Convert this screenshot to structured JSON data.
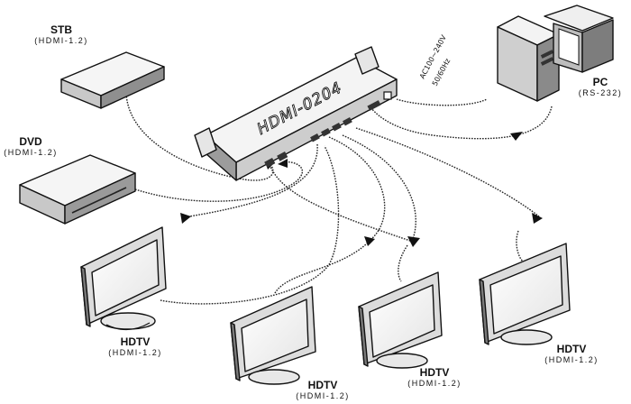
{
  "switcher": {
    "model": "HDMI-0204"
  },
  "power": {
    "voltage_label": "AC100~240V",
    "frequency_label": "50/60Hz"
  },
  "sources": {
    "stb": {
      "name": "STB",
      "spec": "(HDMI-1.2)"
    },
    "dvd": {
      "name": "DVD",
      "spec": "(HDMI-1.2)"
    },
    "pc": {
      "name": "PC",
      "spec": "(RS-232)"
    }
  },
  "displays": [
    {
      "name": "HDTV",
      "spec": "(HDMI-1.2)"
    },
    {
      "name": "HDTV",
      "spec": "(HDMI-1.2)"
    },
    {
      "name": "HDTV",
      "spec": "(HDMI-1.2)"
    },
    {
      "name": "HDTV",
      "spec": "(HDMI-1.2)"
    }
  ],
  "colors": {
    "line": "#111111",
    "face": "#f2f2f2",
    "shade": "#cfcfcf",
    "dark": "#6f6f6f"
  }
}
